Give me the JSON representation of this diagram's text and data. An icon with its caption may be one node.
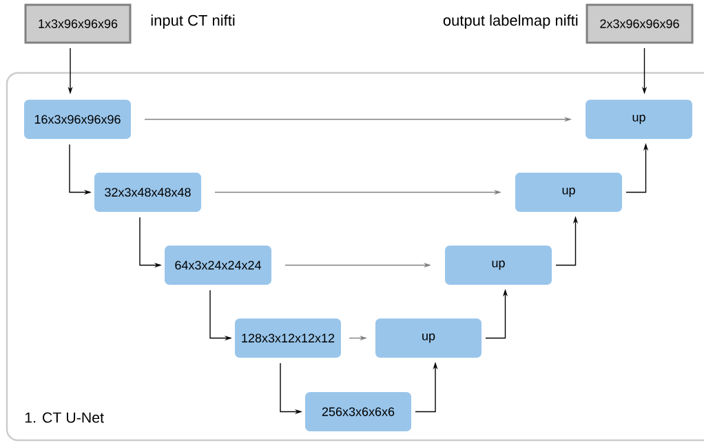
{
  "diagram": {
    "nodes": [
      {
        "text": [
          "1x3x96x96x96"
        ],
        "beside": [
          "input CT nifti"
        ]
      },
      {
        "text": [
          "2x3x96x96x96"
        ],
        "beside": [
          "output labelmap nifti"
        ]
      },
      {
        "text": [
          "1. CT U-Net"
        ]
      },
      {
        "text": [
          "16x3x96x96x96"
        ],
        "in": 2
      },
      {
        "text": [
          "up"
        ],
        "in": 2
      },
      {
        "text": [
          "32x3x48x48x48"
        ],
        "in": 2
      },
      {
        "text": [
          "up"
        ],
        "in": 2
      },
      {
        "text": [
          "64x3x24x24x24"
        ],
        "in": 2
      },
      {
        "text": [
          "up"
        ],
        "in": 2
      },
      {
        "text": [
          "128x3x12x12x12"
        ],
        "in": 2
      },
      {
        "text": [
          "up"
        ],
        "in": 2
      },
      {
        "text": [
          "256x3x6x6x6"
        ],
        "in": 2
      }
    ],
    "edges": [
      {
        "from": 0,
        "to": 3,
        "arrow": "to"
      },
      {
        "from": 1,
        "to": 4,
        "arrow": "to"
      },
      {
        "from": 3,
        "to": 5,
        "arrow": "to"
      },
      {
        "from": 5,
        "to": 7,
        "arrow": "to"
      },
      {
        "from": 7,
        "to": 9,
        "arrow": "to"
      },
      {
        "from": 9,
        "to": 11,
        "arrow": "to"
      },
      {
        "from": 11,
        "to": 10,
        "arrow": "to"
      },
      {
        "from": 10,
        "to": 8,
        "arrow": "to"
      },
      {
        "from": 8,
        "to": 6,
        "arrow": "to"
      },
      {
        "from": 6,
        "to": 4,
        "arrow": "to"
      },
      {
        "from": 3,
        "to": 4,
        "arrow": "to",
        "color": "#808080"
      },
      {
        "from": 5,
        "to": 6,
        "arrow": "to",
        "color": "#808080"
      },
      {
        "from": 7,
        "to": 8,
        "arrow": "to",
        "color": "#808080"
      },
      {
        "from": 9,
        "to": 10,
        "arrow": "to",
        "color": "#808080"
      }
    ]
  }
}
